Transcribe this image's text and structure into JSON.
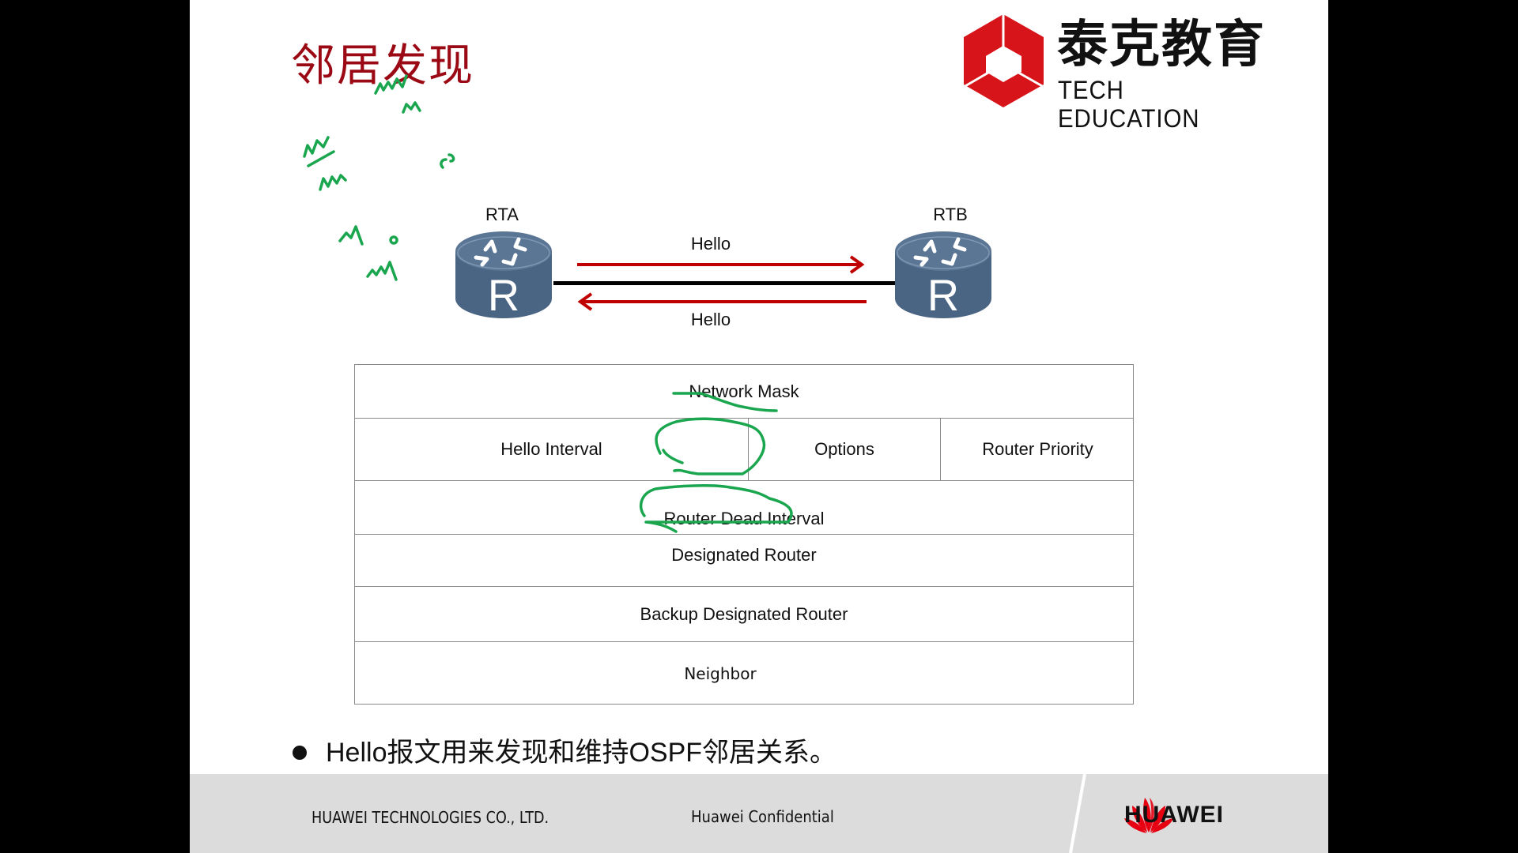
{
  "slide": {
    "title": "邻居发现",
    "logo": {
      "text_cn": "泰克教育",
      "text_en": "TECH  EDUCATION",
      "icon": "hexagon-cube-logo-icon",
      "color": "#d7141a"
    },
    "diagram": {
      "routers": [
        {
          "label": "RTA",
          "glyph": "R",
          "icon": "router-icon"
        },
        {
          "label": "RTB",
          "glyph": "R",
          "icon": "router-icon"
        }
      ],
      "messages": [
        {
          "label": "Hello",
          "direction": "RTA→RTB"
        },
        {
          "label": "Hello",
          "direction": "RTB→RTA"
        }
      ],
      "arrow_color": "#c00000",
      "link_color": "#000000",
      "router_color": "#4a6483"
    },
    "packet_table": {
      "rows": [
        {
          "cells": [
            "Network Mask"
          ]
        },
        {
          "cells": [
            "Hello Interval",
            "Options",
            "Router Priority"
          ]
        },
        {
          "cells": [
            "Router Dead Interval"
          ]
        },
        {
          "cells": [
            "Designated Router"
          ]
        },
        {
          "cells": [
            "Backup Designated Router"
          ]
        },
        {
          "cells": [
            "Neighbor"
          ]
        }
      ]
    },
    "bullet": "Hello报文用来发现和维持OSPF邻居关系。",
    "annotations": {
      "color": "#1aa64e",
      "note": "handwritten green pen marks"
    },
    "footer": {
      "company": "HUAWEI TECHNOLOGIES CO., LTD.",
      "confidential": "Huawei Confidential",
      "brand": "HUAWEI",
      "brand_icon": "huawei-petal-logo-icon",
      "brand_color": "#e60012"
    }
  }
}
